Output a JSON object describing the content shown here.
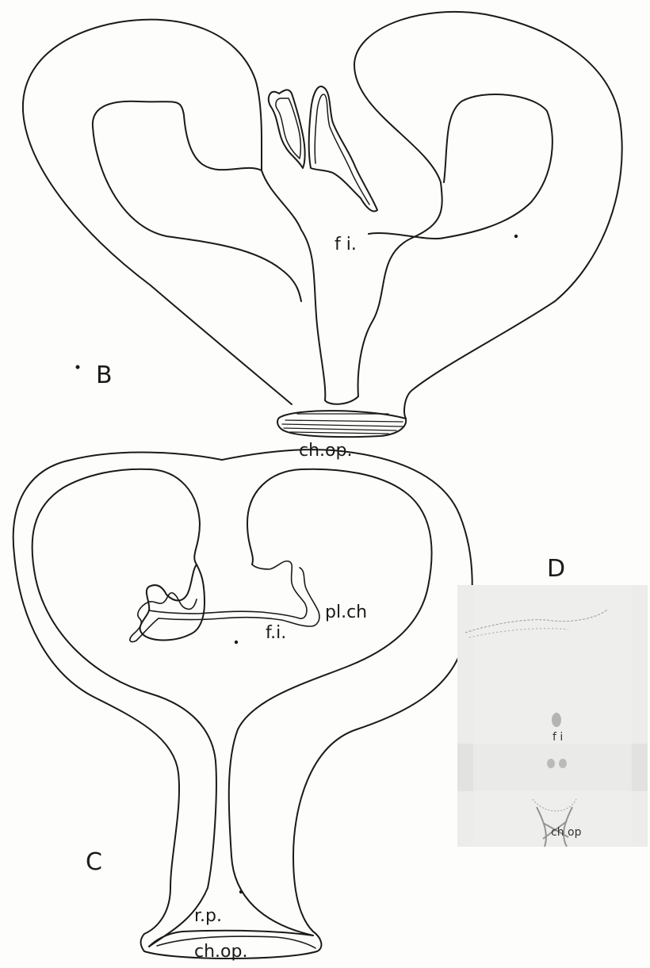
{
  "figures": {
    "B": {
      "letter": "B",
      "labels": {
        "fornix": "f i.",
        "chiasma": "ch.op."
      }
    },
    "C": {
      "letter": "C",
      "labels": {
        "plexus": "pl.ch",
        "fornix": "f.i.",
        "recess": "r.p.",
        "chiasma": "ch.op."
      }
    },
    "D": {
      "letter": "D",
      "labels": {
        "fornix": "f i",
        "chiasma": "ch op"
      }
    }
  },
  "colors": {
    "ink": "#1a1a1a",
    "paper": "#fdfdfb",
    "photo_bg": "#e9e9e7"
  }
}
